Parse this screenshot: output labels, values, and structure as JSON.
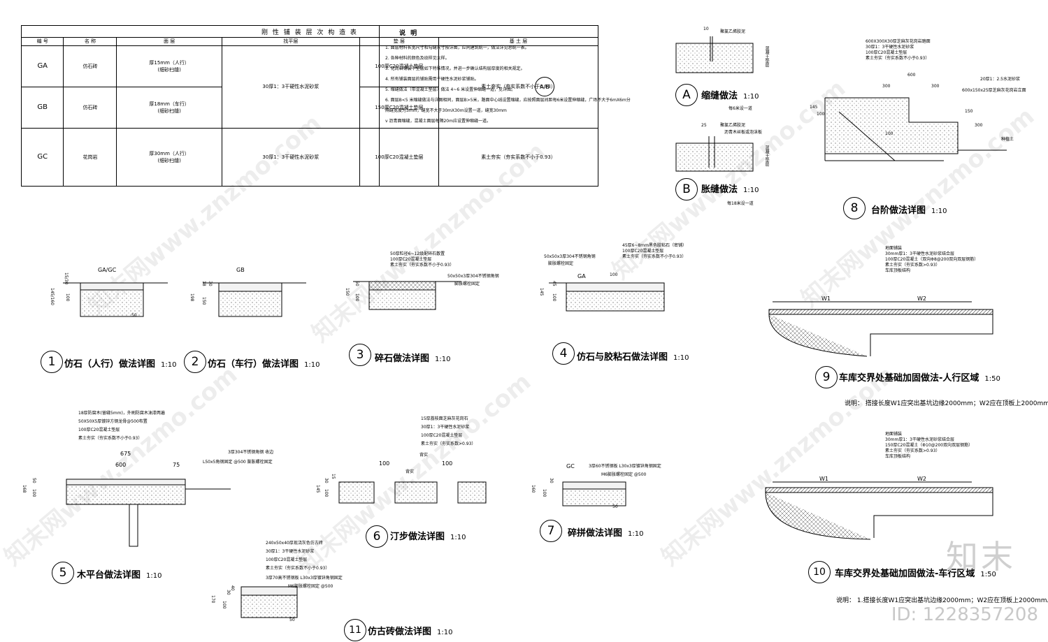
{
  "table": {
    "title": "刚 性 铺 装 层 次 构 造 表",
    "headers": [
      "编 号",
      "名 称",
      "面 层",
      "找平层",
      "垫 层",
      "基 土 层"
    ],
    "rows": [
      {
        "code": "GA",
        "name": "仿石砖",
        "surface": "厚15mm（人行）\n(细砂扫缝)",
        "leveling": "30厚1：3干硬性水泥砂浆",
        "cushion": "100厚C20混凝土垫层",
        "base": "素土夯实（夯实系数不小于0.93）"
      },
      {
        "code": "GB",
        "name": "仿石砖",
        "surface": "厚18mm（车行）\n(细砂扫缝)",
        "leveling": "",
        "cushion": "150厚C20混凝土垫层",
        "base": ""
      },
      {
        "code": "GC",
        "name": "花岗岩",
        "surface": "厚30mm（人行）\n(细砂扫缝)",
        "leveling": "30厚1：3干硬性水泥砂浆",
        "cushion": "100厚C20混凝土垫层",
        "base": "素土夯实（夯实系数不小于0.93）"
      }
    ]
  },
  "notes": {
    "title": "说 明",
    "items": [
      "1.  面层材料长宽尺寸和勾缝尺寸按详图，应同建筑统一，做法详见总统一表。",
      "2.  各种材料的颜色及纹样见大样。",
      "3.  花岗岩铺装下垫层如下特殊情况，并进一步确认结构层厚度的相关规定。",
      "4.  所有铺装面层的铺贴需用干硬性水泥砂浆铺贴。",
      "5.  缩缝做法（带混凝土垫层）做法  4~6 米设置伸缩缝一道，见详图。",
      "6.  面层B<5 米缩缝做法与详图相同，面层B>5米，路面中心线设置缩缝，应按照面层间距每6米设置伸缩缝，广场不大于6mX6m分",
      "    隔缝宽度为3mm，缝宽不大于30mX30m设置一道，缝宽30mm",
      "v  沥青面缩缝，混凝土面层每隔20m应设置伸缩缝一道。"
    ]
  },
  "joints": {
    "A": {
      "letter": "A",
      "title": "缩缝做法",
      "scale": "1:10",
      "sub": "每6米设一道",
      "dim": "10",
      "label": "聚氯乙烯胶泥",
      "side": "混凝土垫层"
    },
    "B": {
      "letter": "B",
      "title": "胀缝做法",
      "scale": "1:10",
      "sub": "每18米设一道",
      "dim": "25",
      "label1": "聚氯乙烯胶泥",
      "label2": "沥青木丝板或泡沫板",
      "side": "混凝土垫层"
    }
  },
  "details": [
    {
      "num": "1",
      "title": "仿石（人行）做法详图",
      "scale": "1:10",
      "tag": "GA/GC",
      "dims": [
        "145/160",
        "15/30",
        "100",
        "50"
      ]
    },
    {
      "num": "2",
      "title": "仿石（车行）做法详图",
      "scale": "1:10",
      "tag": "GB",
      "dims": [
        "198",
        "18",
        "30",
        "150"
      ]
    },
    {
      "num": "3",
      "title": "碎石做法详图",
      "scale": "1:10",
      "layers": [
        "50厚粒径6~12级配碎石散置",
        "100厚C20混凝土垫层",
        "素土夯实（夯实系数不小于0.93）"
      ],
      "edge": "50x50x3厚304不锈钢角钢",
      "edge2": "膨胀螺栓固定",
      "dims": [
        "150",
        "100",
        "50"
      ]
    },
    {
      "num": "4",
      "title": "仿石与胶粘石做法详图",
      "scale": "1:10",
      "layers": [
        "45厚6~8mm黑色胶粘石（密铺）",
        "100厚C20混凝土垫层",
        "素土夯实（夯实系数不小于0.93）"
      ],
      "edge": "50x50x3厚304不锈钢角钢",
      "edge2": "膨胀螺栓固定",
      "tag": "GA",
      "dims": [
        "145",
        "100",
        "45",
        "100"
      ]
    },
    {
      "num": "5",
      "title": "木平台做法详图",
      "scale": "1:10",
      "layers": [
        "18厚防腐木(留缝5mm)，外刷防腐木油漆两遍",
        "50X50X5厚镀锌方钢龙骨@500布置",
        "100厚C20混凝土垫层",
        "素土夯实（夯实系数不小于0.93）"
      ],
      "edge": "3厚304不锈钢角钢 收边",
      "edge2": "L50x5角钢固定 @500  膨胀螺栓固定",
      "dims": [
        "675",
        "600",
        "75",
        "168",
        "100",
        "50"
      ]
    },
    {
      "num": "6",
      "title": "汀步做法详图",
      "scale": "1:10",
      "layers": [
        "15厚荔枝面芝麻灰花岗石",
        "30厚1：3干硬性水泥砂浆",
        "100厚C20混凝土垫层",
        "素土夯实（夯实系数>0.93）"
      ],
      "dims": [
        "100",
        "100",
        "背实",
        "背实",
        "145",
        "100",
        "30",
        "15"
      ]
    },
    {
      "num": "7",
      "title": "碎拼做法详图",
      "scale": "1:10",
      "tag": "GC",
      "edge": "3厚60不锈钢板 L30x3厚镀锌角钢固定",
      "edge2": "M6膨胀螺栓固定 @500",
      "dims": [
        "160",
        "100",
        "30",
        "50"
      ]
    },
    {
      "num": "8",
      "title": "台阶做法详图",
      "scale": "1:10",
      "layers": [
        "600X300X30厚芝麻灰花岗岩踏面",
        "30厚1：3干硬性水泥砂浆",
        "100厚C20混凝土垫层",
        "素土夯实（夯实系数不小于0.93）"
      ],
      "right": [
        "20厚1：2.5水泥砂浆",
        "600x150x25厚芝麻灰花岗岩立面"
      ],
      "ground": "种植土",
      "dims": [
        "600",
        "300",
        "300",
        "145",
        "100",
        "150",
        "300",
        "100"
      ]
    },
    {
      "num": "9",
      "title": "车库交界处基础加固做法-人行区域",
      "scale": "1:50",
      "layers": [
        "地面铺装",
        "30mm厚1：3干硬性水泥砂浆结合层",
        "100厚C20混凝土（双向Φ8@200双向双层钢筋）",
        "素土夯实（夯实系数>0.93）",
        "车库顶板结构"
      ],
      "w1": "W1",
      "w2": "W2",
      "note": "说明： 搭接长度W1应突出基坑边缘2000mm；W2应在顶板上2000mm。"
    },
    {
      "num": "10",
      "title": "车库交界处基础加固做法-车行区域",
      "scale": "1:50",
      "layers": [
        "地面铺装",
        "30mm厚1：3干硬性水泥砂浆结合层",
        "150厚C20混凝土（Φ10@200双向双层钢筋）",
        "素土夯实（夯实系数>0.93）",
        "车库顶板结构"
      ],
      "w1": "W1",
      "w2": "W2",
      "note": "说明： 1.搭接长度W1应突出基坑边缘2000mm；W2应在顶板上2000mm。"
    },
    {
      "num": "11",
      "title": "仿古砖做法详图",
      "scale": "1:10",
      "layers": [
        "240x50x40厚现浇灰色仿古砖",
        "30厚1：3干硬性水泥砂浆",
        "100厚C20混凝土垫层",
        "素土夯实（夯实系数不小于0.93）"
      ],
      "edge": "3厚70高不锈钢板 L30x3厚镀锌角钢固定",
      "edge2": "M6膨胀螺栓固定 @500",
      "dims": [
        "170",
        "100",
        "30",
        "40",
        "50"
      ]
    }
  ],
  "watermark": {
    "text": "知末网www.znzmo.com",
    "logo": "知末",
    "id": "ID: 1228357208"
  },
  "colors": {
    "line": "#000000",
    "hatch": "#555555",
    "watermark": "#c8c8c8"
  }
}
